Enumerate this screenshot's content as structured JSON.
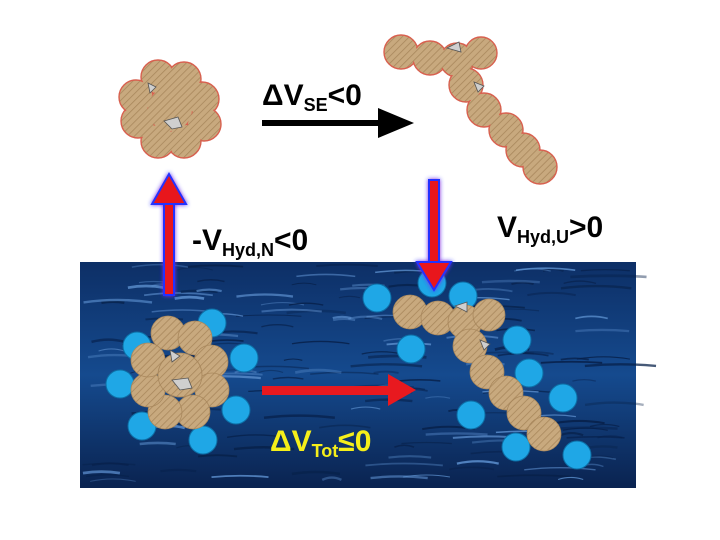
{
  "labels": {
    "top_arrow": {
      "main": "ΔV",
      "sub": "SE",
      "rest": "<0"
    },
    "left_arrow": {
      "main": "-V",
      "sub": "Hyd,N",
      "rest": "<0"
    },
    "right_arrow": {
      "main": "V",
      "sub": "Hyd,U",
      "rest": ">0"
    },
    "bottom_arrow": {
      "main": "ΔV",
      "sub": "Tot",
      "rest": "≤0"
    }
  },
  "colors": {
    "protein_fill": "#c8a97e",
    "protein_outline": "#d8604f",
    "water_shell": "#1fa7e6",
    "arrow_red": "#e8191f",
    "arrow_glow": "#2233ff",
    "arrow_black": "#000000",
    "label_black": "#000000",
    "label_yellow": "#f5ef1a",
    "sea_dark": "#0a2a5e",
    "sea_light": "#1f5fa8"
  }
}
